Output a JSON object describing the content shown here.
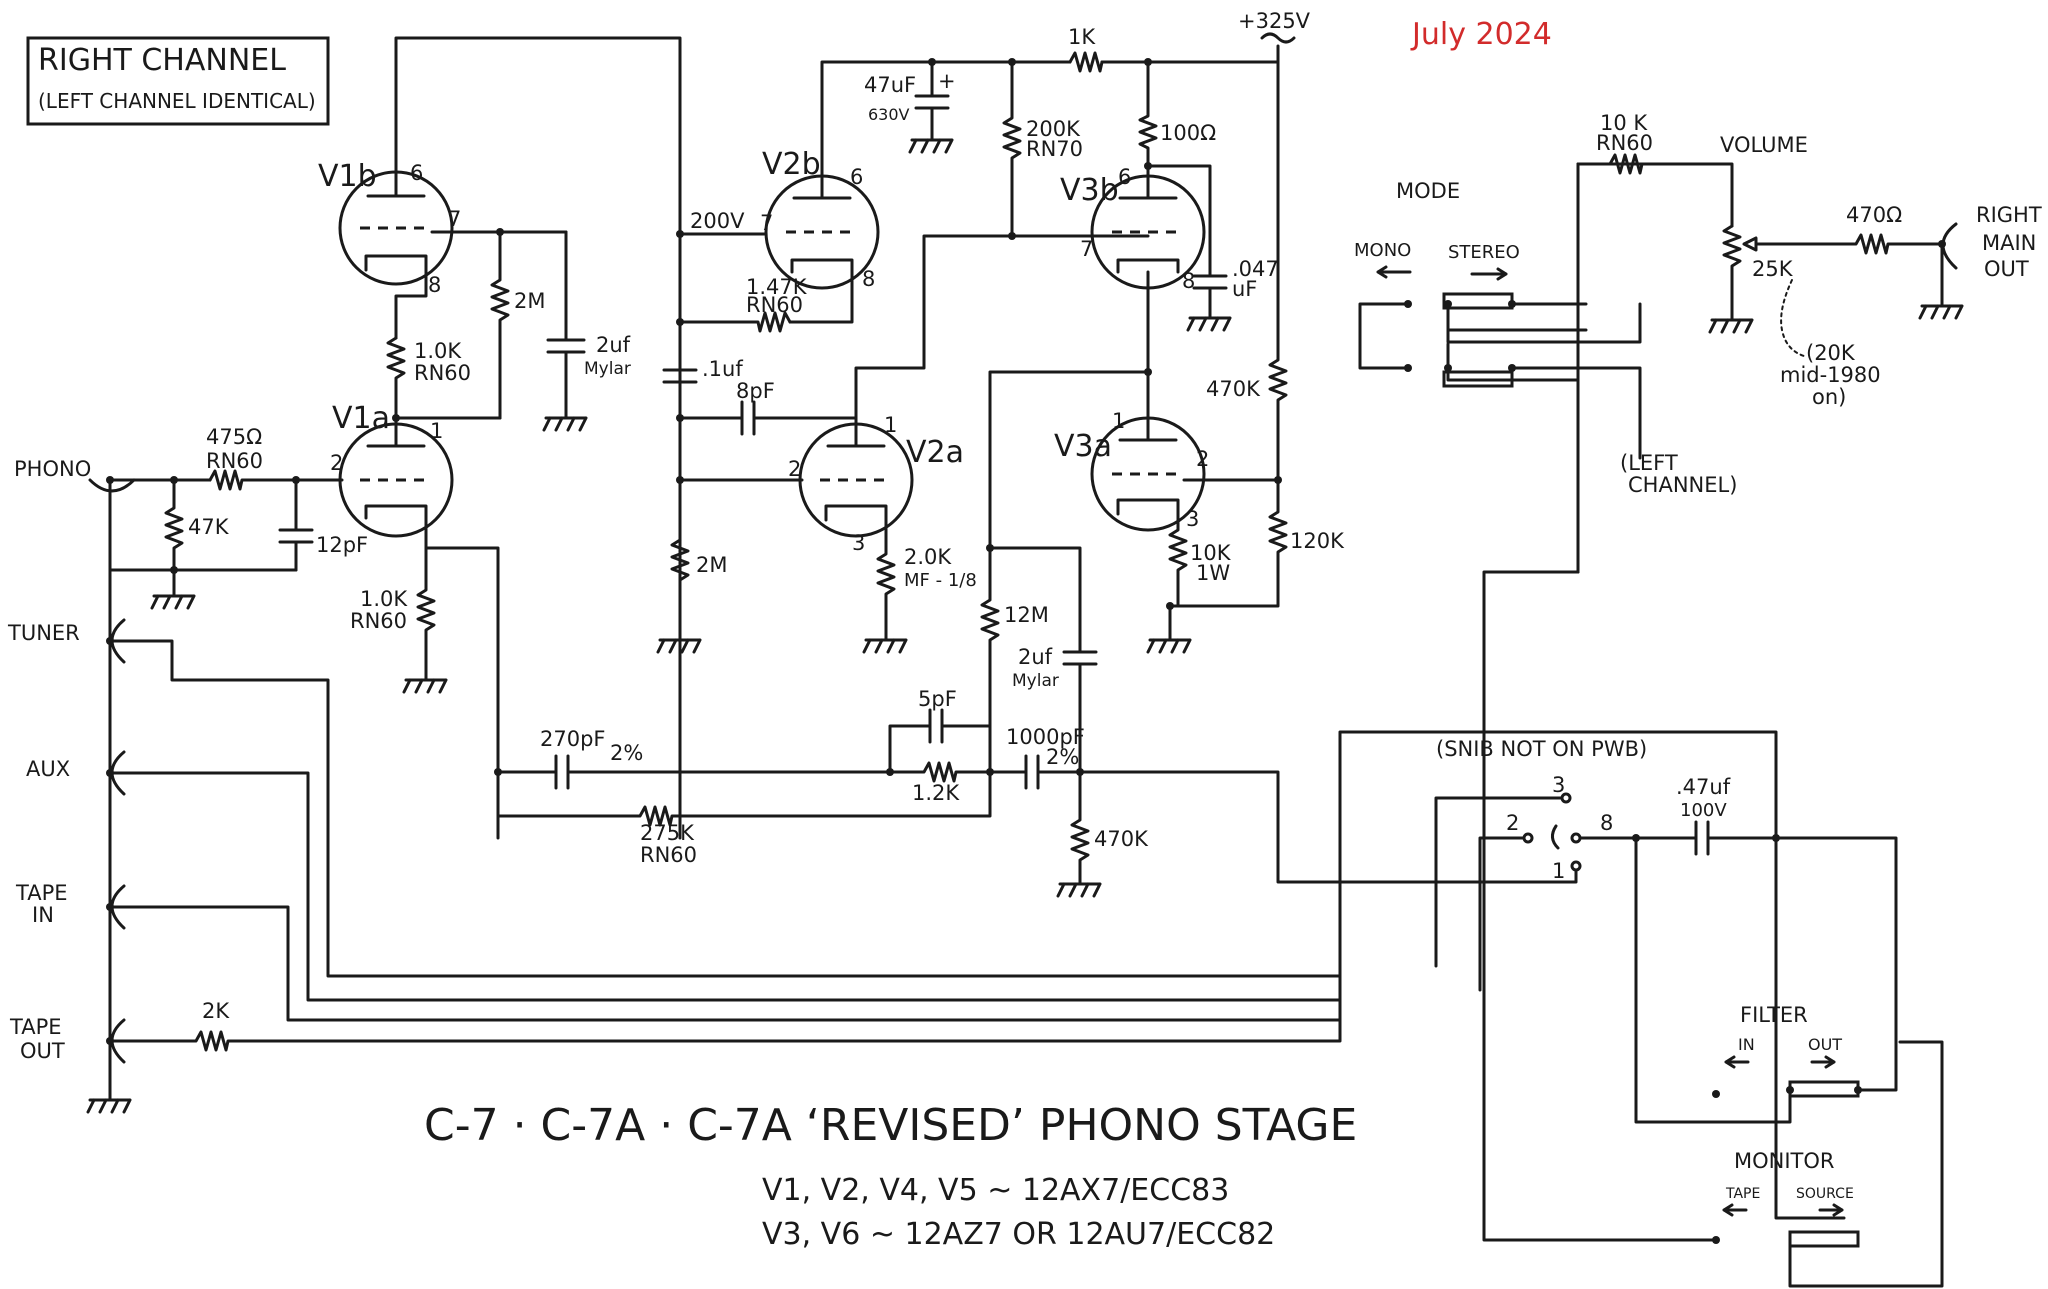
{
  "header": {
    "title_line1": "RIGHT CHANNEL",
    "title_line2": "(LEFT CHANNEL IDENTICAL)",
    "date": "July 2024",
    "supply": "+325V"
  },
  "tubes": {
    "v1b": "V1b",
    "v1a": "V1a",
    "v2b": "V2b",
    "v2a": "V2a",
    "v3b": "V3b",
    "v3a": "V3a"
  },
  "pins": {
    "v1b_p": "6",
    "v1b_g": "7",
    "v1b_k": "8",
    "v1a_p": "1",
    "v1a_g": "2",
    "v2b_p": "6",
    "v2b_g": "7",
    "v2b_k": "8",
    "v2a_p": "1",
    "v2a_g": "2",
    "v2a_k": "3",
    "v3b_p": "6",
    "v3b_g": "7",
    "v3b_k": "8",
    "v3a_p": "1",
    "v3a_g": "2",
    "v3a_k": "3"
  },
  "components": {
    "r_1k": "1K",
    "c_47uf": "47uF",
    "c_47uf_v": "630V",
    "r_200k": "200K",
    "r_200k_t": "RN70",
    "r_100": "100Ω",
    "r_2m_v1b": "2M",
    "c_2uf": "2uf",
    "c_2uf_t": "Mylar",
    "r_1k0_a": "1.0K",
    "r_1k0_a_t": "RN60",
    "node_200v": "200V",
    "r_147k": "1.47K",
    "r_147k_t": "RN60",
    "c_01uf": ".1uf",
    "c_8pf": "8pF",
    "c_047": ".047",
    "c_047_u": "uF",
    "r_470k_a": "470K",
    "r_475": "475Ω",
    "r_475_t": "RN60",
    "r_47k": "47K",
    "c_12pf": "12pF",
    "r_1k0_b": "1.0K",
    "r_1k0_b_t": "RN60",
    "r_2m_b": "2M",
    "r_2k0": "2.0K",
    "r_2k0_t": "MF - 1/8",
    "r_12m": "12M",
    "c_2uf_b": "2uf",
    "c_2uf_b_t": "Mylar",
    "r_10k1w": "10K",
    "r_10k1w_t": "1W",
    "r_120k": "120K",
    "c_270pf": "270pF",
    "c_270pf_t": "2%",
    "c_5pf": "5pF",
    "r_12k": "1.2K",
    "c_1000pf": "1000pF",
    "c_1000pf_t": "2%",
    "r_275k": "275K",
    "r_275k_t": "RN60",
    "r_470k_b": "470K",
    "c_47uf_b": ".47uf",
    "c_47uf_b_v": "100V",
    "r_10k_rn": "10 K",
    "r_10k_rn_t": "RN60",
    "volume": "VOLUME",
    "pot_25k": "25K",
    "r_470": "470Ω",
    "pot_note_1": "(20K",
    "pot_note_2": "mid-1980",
    "pot_note_3": "on)",
    "r_2k": "2K"
  },
  "jacks": {
    "phono": "PHONO",
    "tuner": "TUNER",
    "aux": "AUX",
    "tape_in_1": "TAPE",
    "tape_in_2": "IN",
    "tape_out_1": "TAPE",
    "tape_out_2": "OUT",
    "right_main_1": "RIGHT",
    "right_main_2": "MAIN",
    "right_main_3": "OUT"
  },
  "switches": {
    "mode": "MODE",
    "mono": "MONO",
    "stereo": "STEREO",
    "left_channel_1": "(LEFT",
    "left_channel_2": "CHANNEL)",
    "snib": "(SNIB NOT ON PWB)",
    "s_pos_3": "3",
    "s_pos_2": "2",
    "s_pos_1": "1",
    "s_pos_8": "8",
    "filter": "FILTER",
    "filter_in": "IN",
    "filter_out": "OUT",
    "monitor": "MONITOR",
    "monitor_tape": "TAPE",
    "monitor_source": "SOURCE"
  },
  "footer": {
    "stage_title": "C-7 · C-7A · C-7A ‘REVISED’ PHONO STAGE",
    "tubes_line1": "V1, V2, V4, V5 ~ 12AX7/ECC83",
    "tubes_line2": "V3, V6 ~ 12AZ7 OR 12AU7/ECC82"
  }
}
